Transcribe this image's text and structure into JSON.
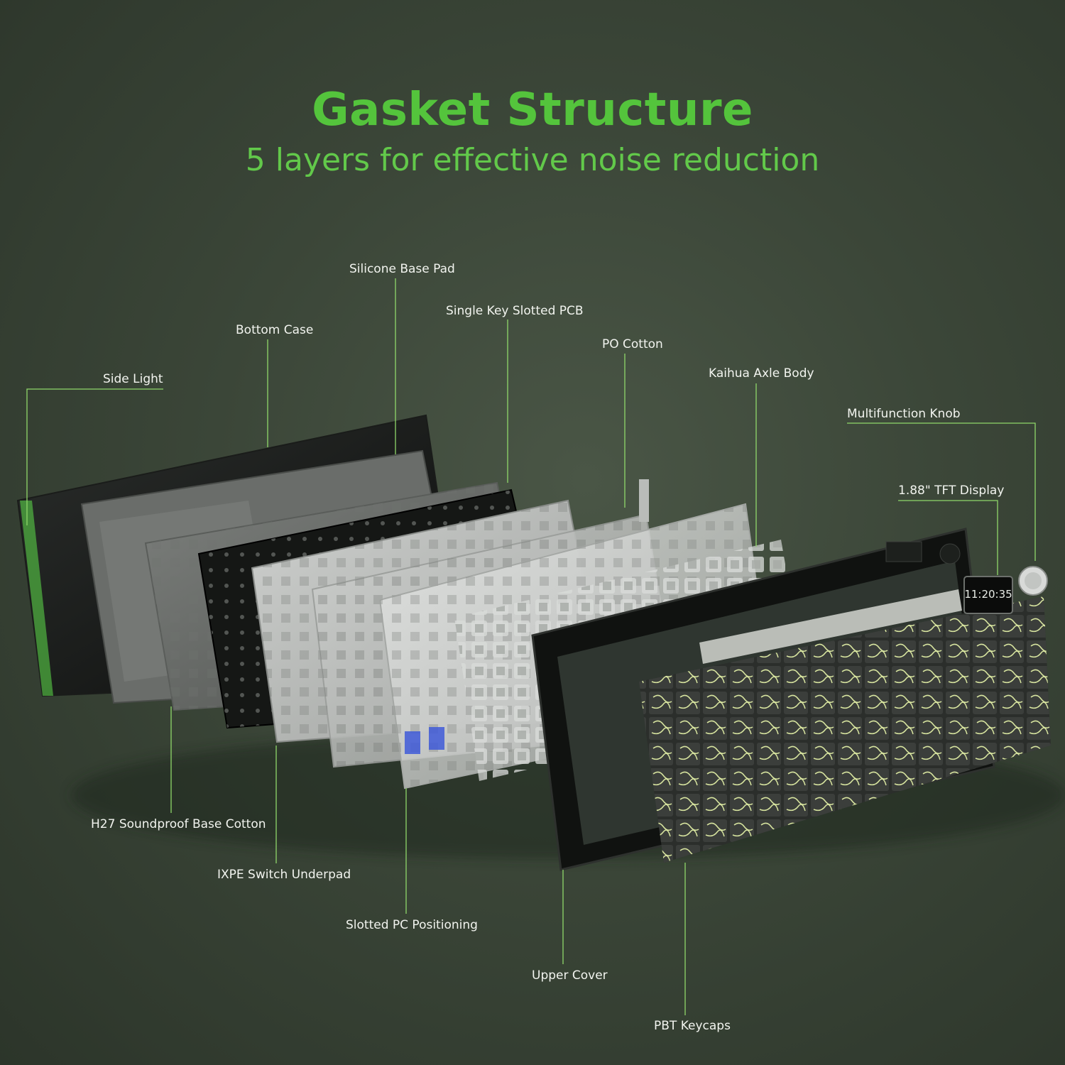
{
  "header": {
    "title": "Gasket Structure",
    "subtitle": "5 layers for effective noise reduction"
  },
  "display": {
    "time": "11:20:35"
  },
  "labels": {
    "side_light": "Side Light",
    "bottom_case": "Bottom Case",
    "silicone_base_pad": "Silicone Base Pad",
    "single_key_slotted_pcb": "Single Key Slotted PCB",
    "po_cotton": "PO Cotton",
    "kaihua_axle_body": "Kaihua Axle Body",
    "multifunction_knob": "Multifunction Knob",
    "tft_display": "1.88\" TFT Display",
    "h27_soundproof_base_cotton": "H27 Soundproof Base Cotton",
    "ixpe_switch_underpad": "IXPE Switch Underpad",
    "slotted_pc_positioning": "Slotted PC Positioning",
    "upper_cover": "Upper Cover",
    "pbt_keycaps": "PBT Keycaps"
  },
  "colors": {
    "accent_green": "#54c43c",
    "subtitle_green": "#62c94a",
    "leader_line": "#8fd86a",
    "background": "#3b4638"
  }
}
